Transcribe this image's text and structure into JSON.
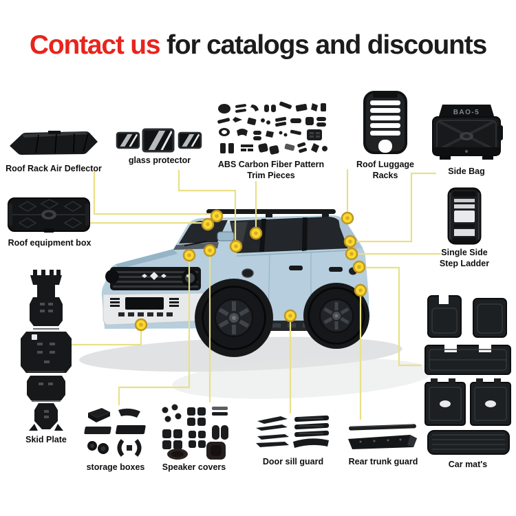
{
  "header": {
    "highlight": "Contact us",
    "rest": " for catalogs and discounts"
  },
  "products": {
    "roof_rack_air_deflector": {
      "label": "Roof Rack Air Deflector"
    },
    "glass_protector": {
      "label": "glass protector"
    },
    "abs_trim": {
      "label_line1": "ABS Carbon Fiber Pattern",
      "label_line2": "Trim Pieces"
    },
    "roof_luggage_racks": {
      "label": "Roof Luggage Racks"
    },
    "side_bag": {
      "label": "Side Bag",
      "printed_text": "BAO-5"
    },
    "roof_equipment_box": {
      "label": "Roof equipment box"
    },
    "single_side_step_ladder": {
      "label_line1": "Single Side",
      "label_line2": "Step Ladder"
    },
    "car_mats": {
      "label": "Car mat's"
    },
    "skid_plate": {
      "label": "Skid Plate"
    },
    "storage_boxes": {
      "label": "storage boxes"
    },
    "speaker_covers": {
      "label": "Speaker covers"
    },
    "door_sill_guard": {
      "label": "Door sill guard"
    },
    "rear_trunk_guard": {
      "label": "Rear trunk guard"
    }
  },
  "colors": {
    "accent_red": "#e8241d",
    "heading_text": "#1c1c1f",
    "connector_line": "#e9e086",
    "connector_dot_fill": "#f8d92e",
    "connector_dot_ring": "#bf9526",
    "car_body_blue": "#b6cedd"
  }
}
